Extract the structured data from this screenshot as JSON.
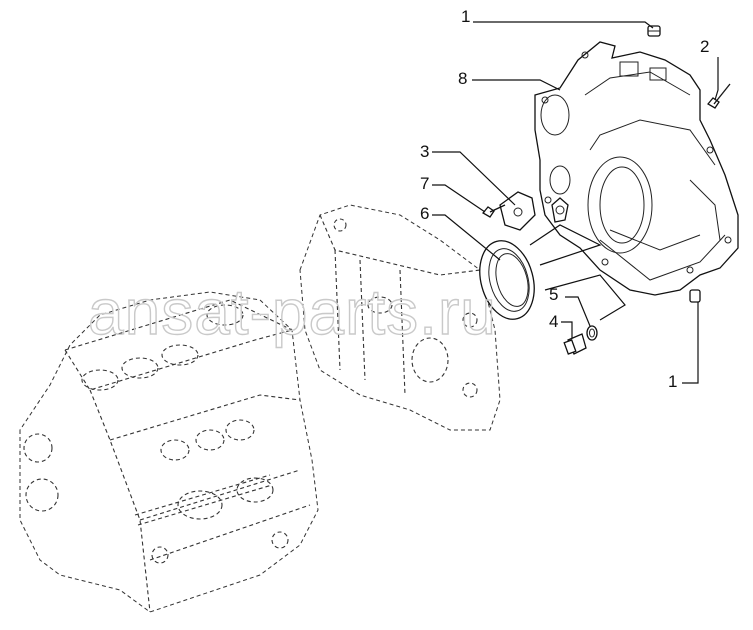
{
  "callouts": {
    "c1_top": "1",
    "c2": "2",
    "c8": "8",
    "c3": "3",
    "c7": "7",
    "c6": "6",
    "c5": "5",
    "c4": "4",
    "c1_bottom": "1"
  },
  "watermark": "ansat-parts.ru"
}
